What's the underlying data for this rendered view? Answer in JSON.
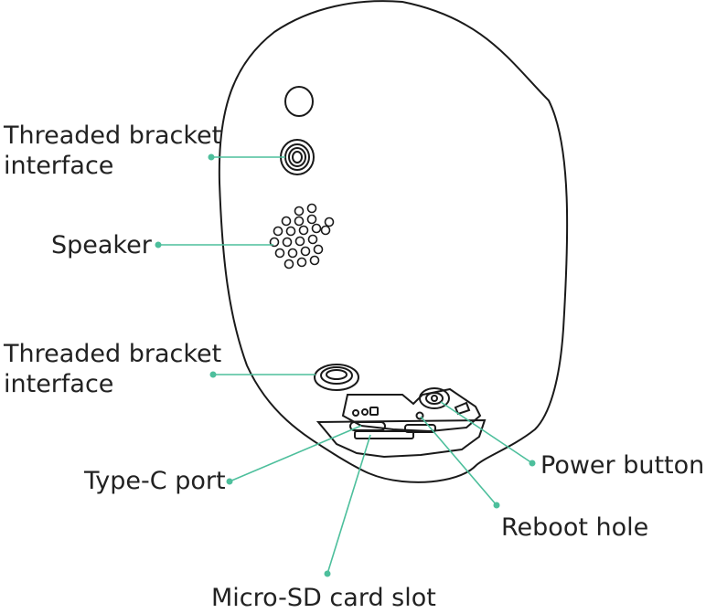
{
  "callouts": {
    "threaded_top": {
      "line1": "Threaded bracket",
      "line2": "interface"
    },
    "speaker": {
      "text": "Speaker"
    },
    "threaded_bottom": {
      "line1": "Threaded bracket",
      "line2": "interface"
    },
    "type_c": {
      "text": "Type-C port"
    },
    "micro_sd": {
      "text": "Micro-SD card slot"
    },
    "reboot": {
      "text": "Reboot hole"
    },
    "power": {
      "text": "Power button"
    }
  },
  "colors": {
    "outline": "#1a1a1a",
    "leader": "#4dbf9c"
  }
}
